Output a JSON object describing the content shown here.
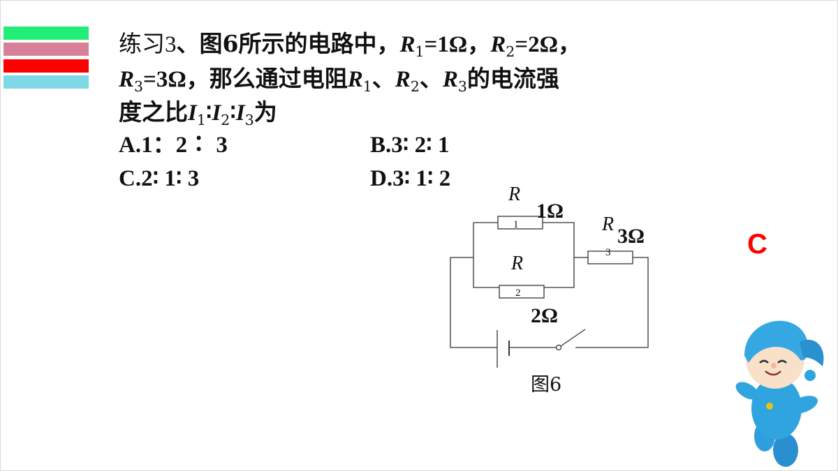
{
  "decor": {
    "bar_colors": [
      "#22ee77",
      "#d98099",
      "#ff0000",
      "#7fd8e8"
    ]
  },
  "question": {
    "line1": {
      "prefix": "练习3",
      "sep": "、",
      "text": "图6所示的电路中，",
      "r1": "R",
      "r1_sub": "1",
      "r1_val": "=1Ω，",
      "r2": "R",
      "r2_sub": "2",
      "r2_val": "=2Ω，"
    },
    "line2": {
      "r3": "R",
      "r3_sub": "3",
      "r3_val": "=3Ω，",
      "text": "那么通过电阻",
      "ra": "R",
      "ra_sub": "1",
      "sep1": "、",
      "rb": "R",
      "rb_sub": "2",
      "sep2": "、",
      "rc": "R",
      "rc_sub": "3",
      "tail": "的电流强"
    },
    "line3": {
      "text": "度之比",
      "i1": "I",
      "i1_sub": "1",
      "c1": "∶",
      "i2": "I",
      "i2_sub": "2",
      "c2": "∶",
      "i3": "I",
      "i3_sub": "3",
      "tail": "为"
    }
  },
  "options": {
    "a": "A.1：2∶ 3",
    "b": "B.3∶ 2∶ 1",
    "c": "C.2∶ 1∶ 3",
    "d": "D.3∶ 1∶ 2"
  },
  "circuit": {
    "r1_symbol": "R",
    "r1_index": "1",
    "r1_value": "1Ω",
    "r2_symbol": "R",
    "r2_index": "2",
    "r2_value": "2Ω",
    "r3_symbol": "R",
    "r3_index": "3",
    "r3_value": "3Ω",
    "caption": "图6"
  },
  "answer": "C",
  "colors": {
    "answer": "#ff0000",
    "mascot_blue": "#2fa4de"
  }
}
